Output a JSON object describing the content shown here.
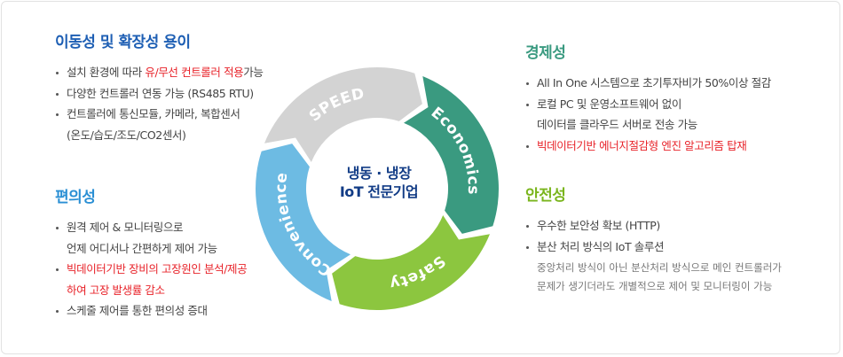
{
  "mobility": {
    "title": "이동성 및 확장성 용이",
    "items": [
      {
        "pre": "설치 환경에 따라 ",
        "red": "유/무선 컨트롤러 적용",
        "post": "가능"
      },
      {
        "text": "다양한 컨트롤러 연동 가능 (RS485 RTU)"
      },
      {
        "text": "컨트롤러에 통신모듈, 카메라, 복합센서"
      },
      {
        "text": "(온도/습도/조도/CO2센서)"
      }
    ]
  },
  "convenience": {
    "title": "편의성",
    "items": [
      "원격 제어 & 모니터링으로",
      "언제 어디서나 간편하게 제어 가능",
      "빅데이터기반 장비의 고장원인 분석/제공",
      "하여 고장 발생률 감소",
      "스케줄 제어를 통한 편의성 증대"
    ]
  },
  "economics": {
    "title": "경제성",
    "items": [
      "All In One 시스템으로  초기투자비가 50%이상 절감",
      "로컬 PC 및 운영소프트웨어 없이",
      "데이터를 클라우드 서버로 전송 가능",
      "빅데이터기반 에너지절감형 엔진 알고리즘 탑재"
    ]
  },
  "safety": {
    "title": "안전성",
    "items": [
      "우수한 보안성 확보 (HTTP)",
      "분산 처리 방식의 IoT 솔루션"
    ],
    "note": [
      "중앙처리 방식이 아닌 분산처리 방식으로 메인 컨트롤러가",
      "문제가 생기더라도 개별적으로 제어 및 모니터링이 가능"
    ]
  },
  "cycle": {
    "center_line1": "냉동 · 냉장",
    "center_line2": "IoT 전문기업",
    "segments": [
      {
        "label": "SPEED",
        "color": "#d3d3d3"
      },
      {
        "label": "Economics",
        "color": "#3a9a80"
      },
      {
        "label": "Safety",
        "color": "#8cc63f"
      },
      {
        "label": "Convenience",
        "color": "#6dbbe3"
      }
    ]
  }
}
